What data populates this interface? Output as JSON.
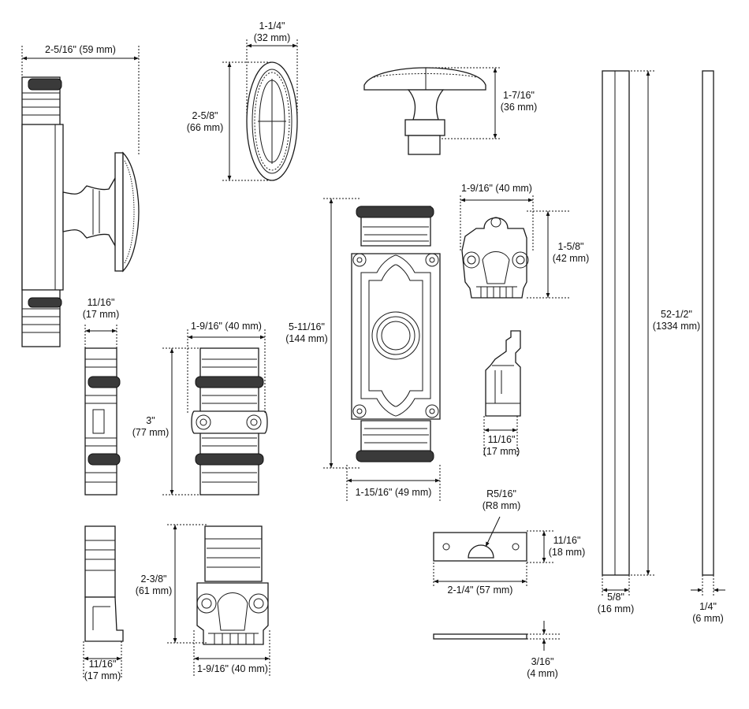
{
  "drawing": {
    "dimensions": {
      "bell_width": {
        "line1": "2-5/16\" (59 mm)",
        "line2": ""
      },
      "oval_width": {
        "line1": "1-1/4\"",
        "line2": "(32 mm)"
      },
      "oval_height": {
        "line1": "2-5/8\"",
        "line2": "(66 mm)"
      },
      "knob_height": {
        "line1": "1-7/16\"",
        "line2": "(36 mm)"
      },
      "rail_length": {
        "line1": "52-1/2\"",
        "line2": "(1334 mm)"
      },
      "rail_width": {
        "line1": "5/8\"",
        "line2": "(16 mm)"
      },
      "thin_rail_width": {
        "line1": "1/4\"",
        "line2": "(6 mm)"
      },
      "top_bracket_width": {
        "line1": "1-9/16\" (40 mm)",
        "line2": ""
      },
      "top_bracket_height": {
        "line1": "1-5/8\"",
        "line2": "(42 mm)"
      },
      "plate_height": {
        "line1": "5-11/16\"",
        "line2": "(144 mm)"
      },
      "plate_width": {
        "line1": "1-15/16\" (49 mm)",
        "line2": ""
      },
      "side_depth_a": {
        "line1": "11/16\"",
        "line2": "(17 mm)"
      },
      "ring_width": {
        "line1": "1-9/16\" (40 mm)",
        "line2": ""
      },
      "ring_height": {
        "line1": "3\"",
        "line2": "(77 mm)"
      },
      "bracket_side_depth": {
        "line1": "11/16\"",
        "line2": "(17 mm)"
      },
      "bottom_height": {
        "line1": "2-3/8\"",
        "line2": "(61 mm)"
      },
      "bottom_width": {
        "line1": "1-9/16\" (40 mm)",
        "line2": ""
      },
      "bottom_side_depth": {
        "line1": "11/16\"",
        "line2": "(17 mm)"
      },
      "radius": {
        "line1": "R5/16\"",
        "line2": "(R8 mm)"
      },
      "strike_height": {
        "line1": "11/16\"",
        "line2": "(18 mm)"
      },
      "strike_width": {
        "line1": "2-1/4\" (57 mm)",
        "line2": ""
      },
      "strike_thickness": {
        "line1": "3/16\"",
        "line2": "(4 mm)"
      }
    }
  }
}
